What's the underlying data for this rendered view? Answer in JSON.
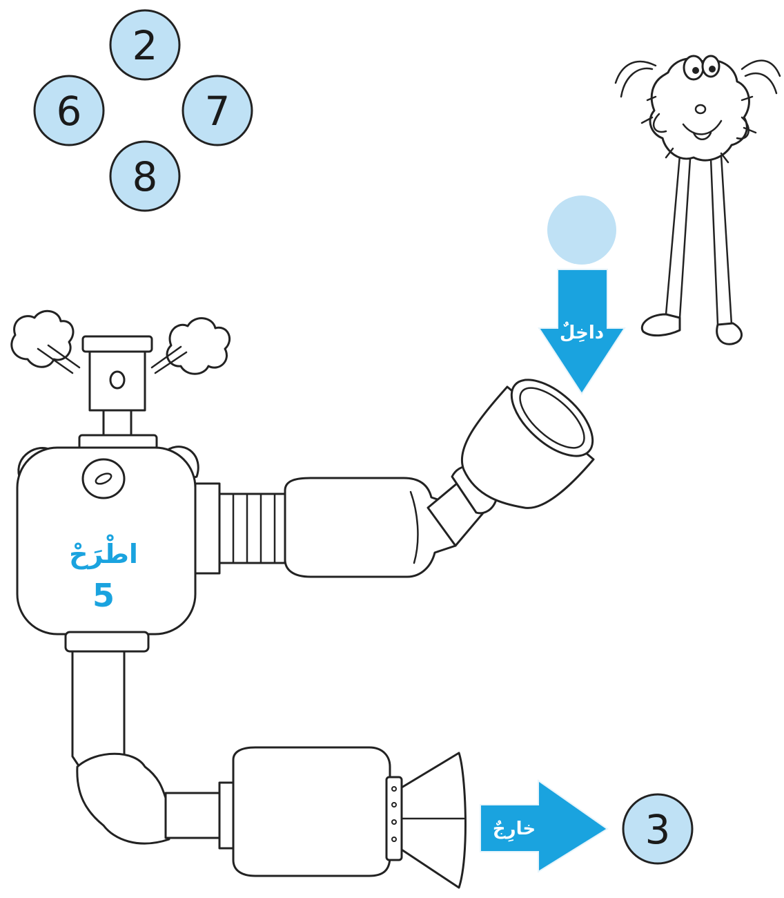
{
  "options": {
    "top": "2",
    "left": "6",
    "right": "7",
    "bottom": "8"
  },
  "machine": {
    "operation_label": "اطْرَحْ",
    "operation_value": "5"
  },
  "input": {
    "label": "داخِلٌ",
    "value": ""
  },
  "output": {
    "label": "خارِجٌ",
    "value": "3"
  },
  "colors": {
    "circle_fill": "#bfe1f5",
    "arrow_fill": "#1aa3df",
    "label_blue": "#1aa3df"
  }
}
